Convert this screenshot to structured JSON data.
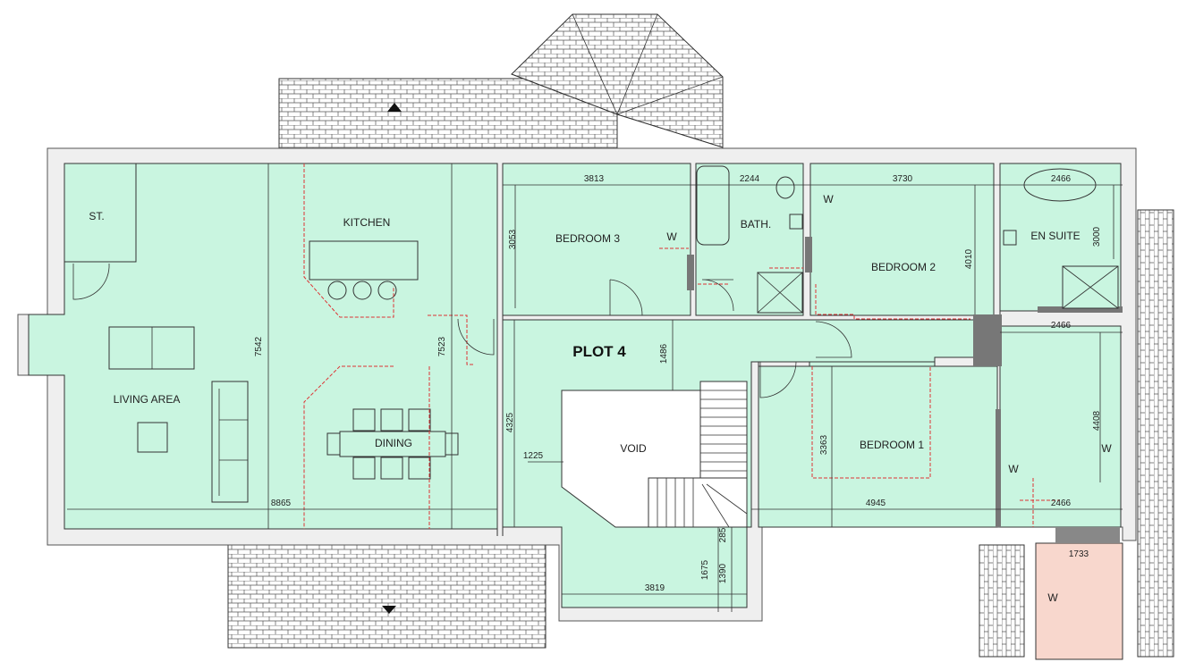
{
  "plan_title": "PLOT 4",
  "rooms": {
    "store": "ST.",
    "kitchen": "KITCHEN",
    "living": "LIVING AREA",
    "dining": "DINING",
    "bedroom3": "BEDROOM 3",
    "bath": "BATH.",
    "bedroom2": "BEDROOM 2",
    "ensuite": "EN SUITE",
    "void": "VOID",
    "bedroom1": "BEDROOM 1"
  },
  "wardrobe_label": "W",
  "dimensions": {
    "d3813": "3813",
    "d2244": "2244",
    "d3730": "3730",
    "d2466a": "2466",
    "d3053": "3053",
    "d3000": "3000",
    "d4010": "4010",
    "d2466b": "2466",
    "d7542": "7542",
    "d7523": "7523",
    "d1486": "1486",
    "d4325": "4325",
    "d1225": "1225",
    "d3363": "3363",
    "d4408": "4408",
    "d8865": "8865",
    "d4945": "4945",
    "d2466c": "2466",
    "d285": "285",
    "d1675": "1675",
    "d1390": "1390",
    "d3819": "3819",
    "d1733": "1733"
  },
  "colors": {
    "room_fill": "#c9f5e0",
    "wall_fill": "#efefef",
    "garage_fill": "#f8d7cd",
    "dashed_red": "#dd3333"
  }
}
